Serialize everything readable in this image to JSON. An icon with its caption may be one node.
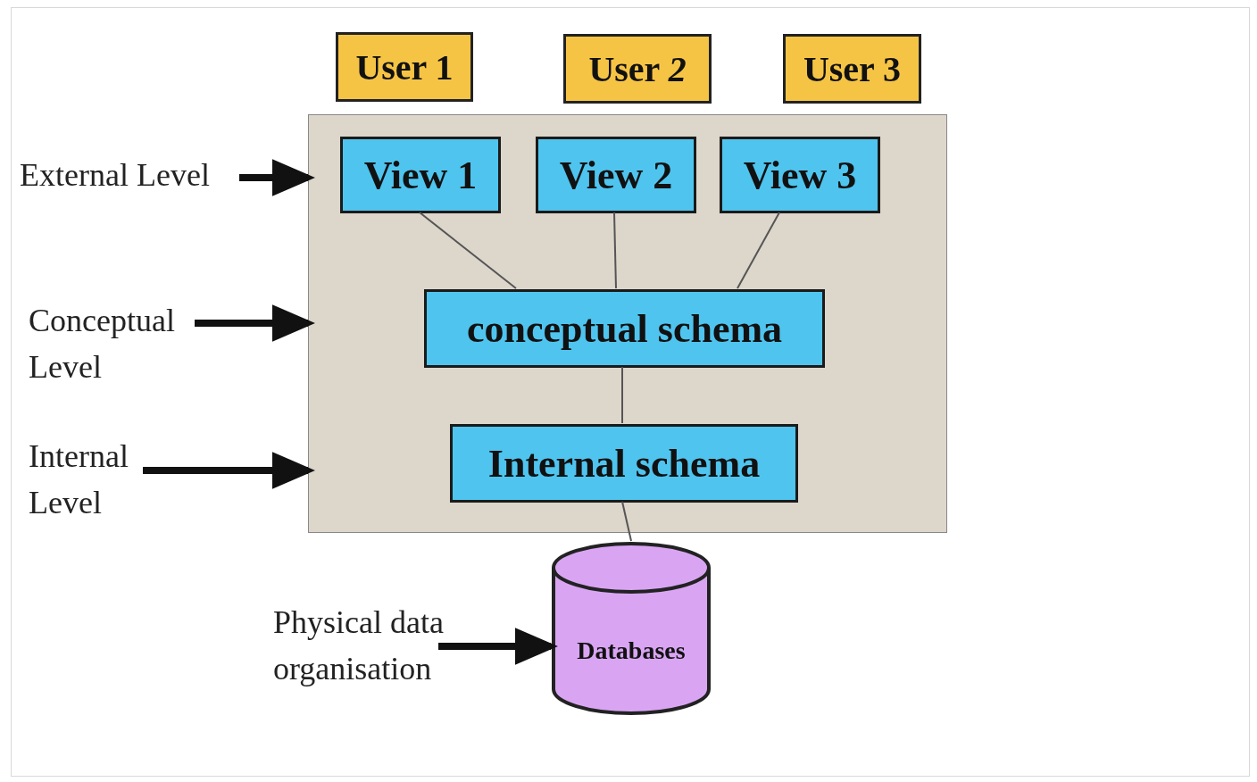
{
  "diagram": {
    "nodes": [
      {
        "text": [
          "User 1"
        ]
      },
      {
        "text": [
          "User *2*"
        ]
      },
      {
        "text": [
          "User 3"
        ]
      },
      {
        "text": [],
        "shape": "box"
      },
      {
        "text": [
          "View 1"
        ],
        "in": 3
      },
      {
        "text": [
          "View 2"
        ],
        "in": 3
      },
      {
        "text": [
          "View 3"
        ],
        "in": 3
      },
      {
        "text": [
          "conceptual schema"
        ],
        "in": 3
      },
      {
        "text": [
          "Internal schema"
        ],
        "in": 3
      },
      {
        "text": [
          "Databases"
        ]
      },
      {
        "text": [
          "External Level"
        ]
      },
      {
        "text": [
          "Conceptual Level"
        ]
      },
      {
        "text": [
          "Internal Level"
        ]
      },
      {
        "text": [
          "Physical data organisation"
        ]
      }
    ],
    "edges": [
      {
        "from": 4,
        "to": 7,
        "arrow": "none"
      },
      {
        "from": 5,
        "to": 7,
        "arrow": "none"
      },
      {
        "from": 6,
        "to": 7,
        "arrow": "none"
      },
      {
        "from": 7,
        "to": 8,
        "arrow": "none"
      },
      {
        "from": 8,
        "to": 9,
        "arrow": "none"
      },
      {
        "from": 10,
        "to": 3,
        "arrow": "to",
        "style": "thick"
      },
      {
        "from": 11,
        "to": 3,
        "arrow": "to",
        "style": "thick"
      },
      {
        "from": 12,
        "to": 3,
        "arrow": "to",
        "style": "thick"
      },
      {
        "from": 13,
        "to": 9,
        "arrow": "to",
        "style": "thick"
      }
    ]
  }
}
